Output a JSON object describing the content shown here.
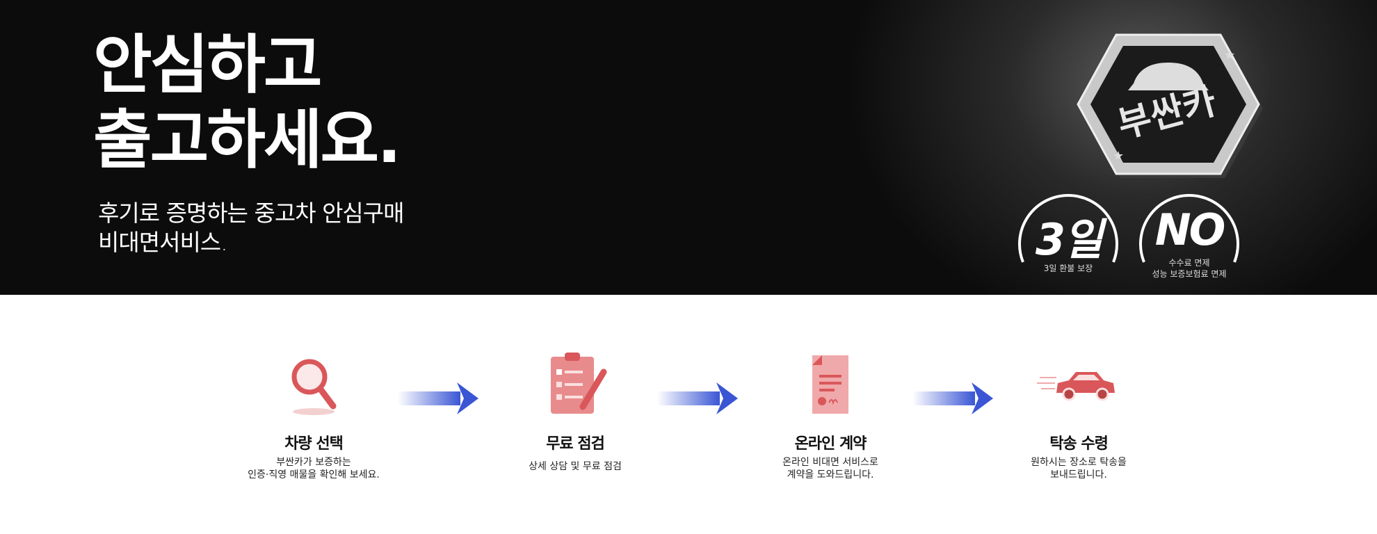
{
  "hero": {
    "title_line1": "안심하고",
    "title_line2": "출고하세요.",
    "subtitle_line1": "후기로 증명하는 중고차 안심구매",
    "subtitle_line2": "비대면서비스.",
    "logo_text": "부싼카"
  },
  "badges": [
    {
      "big": "3일",
      "line1": "3일 환불 보장",
      "line2": ""
    },
    {
      "big": "NO",
      "line1": "수수료 면제",
      "line2": "성능 보증보험료 면제"
    }
  ],
  "steps": [
    {
      "icon": "magnifier-icon",
      "title": "차량 선택",
      "line1": "부싼카가 보증하는",
      "line2": "인증·직영 매물을 확인해 보세요."
    },
    {
      "icon": "clipboard-icon",
      "title": "무료 점검",
      "line1": "상세 상담 및 무료 점검",
      "line2": ""
    },
    {
      "icon": "contract-icon",
      "title": "온라인 계약",
      "line1": "온라인 비대면 서비스로",
      "line2": "계약을 도와드립니다."
    },
    {
      "icon": "car-icon",
      "title": "탁송 수령",
      "line1": "원하시는 장소로 탁송을",
      "line2": "보내드립니다."
    }
  ],
  "colors": {
    "accent_red": "#d9575a",
    "arrow_blue": "#3a56d4"
  }
}
